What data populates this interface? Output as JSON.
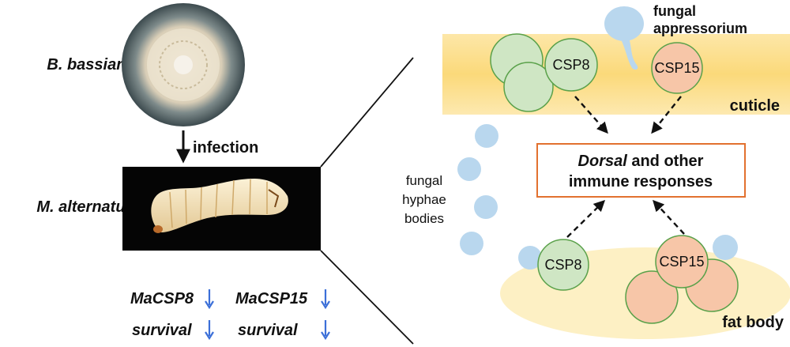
{
  "left": {
    "fungus_label": "B. bassiana",
    "infection_label": "infection",
    "host_label": "M. alternatus",
    "results": [
      {
        "text": "MaCSP8",
        "trend": "down"
      },
      {
        "text": "MaCSP15",
        "trend": "down"
      },
      {
        "text": "survival",
        "trend": "down"
      },
      {
        "text": "survival",
        "trend": "down"
      }
    ]
  },
  "right": {
    "appressorium_label_line1": "fungal",
    "appressorium_label_line2": "appressorium",
    "cuticle_label": "cuticle",
    "hyphae_label_line1": "fungal",
    "hyphae_label_line2": "hyphae",
    "hyphae_label_line3": "bodies",
    "fat_body_label": "fat body",
    "box_line1_italic": "Dorsal",
    "box_line1_rest": " and other",
    "box_line2": "immune responses",
    "cuticle_csp_a": "CSP8",
    "cuticle_csp_b": "CSP15",
    "fat_csp_a": "CSP8",
    "fat_csp_b": "CSP15"
  },
  "colors": {
    "cuticle_band": "#fbe39a",
    "fat_body": "#fdf0c4",
    "csp8_fill": "#cfe6c4",
    "csp8_stroke": "#5aa14a",
    "csp15_fill": "#f7c6a8",
    "csp15_stroke": "#5aa14a",
    "fungus_blue": "#b9d7ee",
    "box_border": "#e2712f",
    "trend_arrow": "#3b6fd8"
  }
}
